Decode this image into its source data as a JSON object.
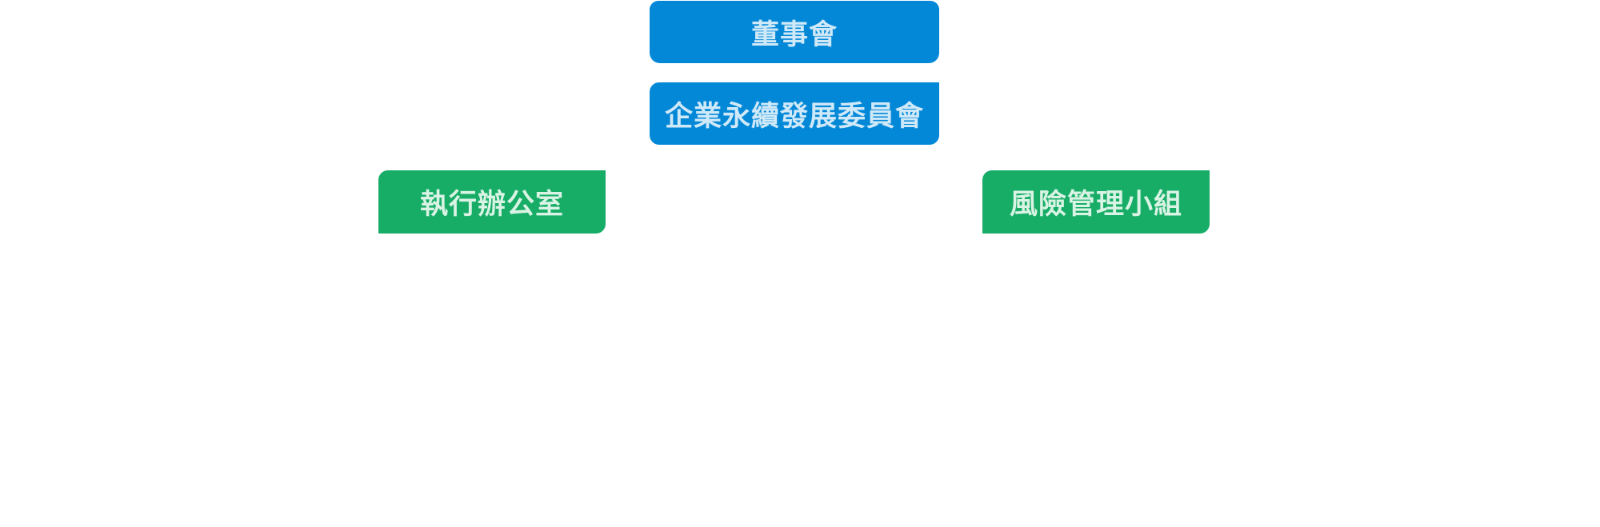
{
  "org_chart": {
    "board": {
      "label": "董事會",
      "color": "#0388d8"
    },
    "committee": {
      "label": "企業永續發展委員會",
      "color": "#0388d8"
    },
    "executive_office": {
      "label": "執行辦公室",
      "color": "#17ad67"
    },
    "risk_group": {
      "label": "風險管理小組",
      "color": "#17ad67"
    }
  }
}
